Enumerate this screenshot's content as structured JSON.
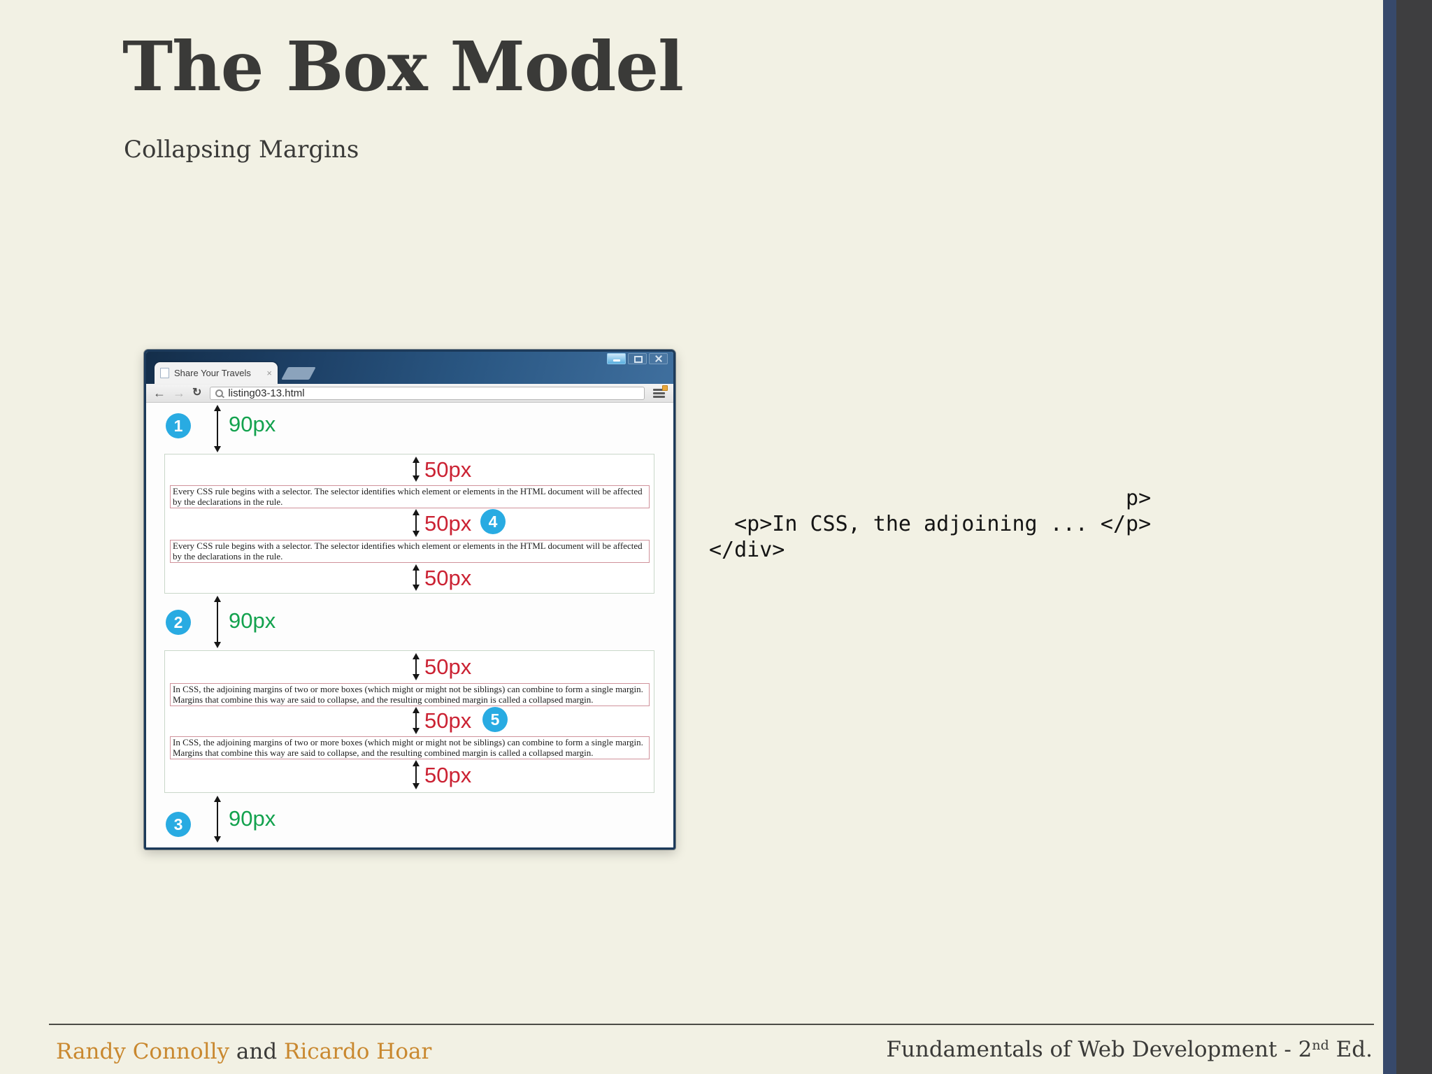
{
  "slide": {
    "title": "The Box Model",
    "subtitle": "Collapsing Margins",
    "footer": {
      "author1": "Randy Connolly",
      "conjunction": " and ",
      "author2": "Ricardo Hoar",
      "book_title": "Fundamentals of Web Development - 2",
      "book_edition_sup": "nd",
      "book_suffix": " Ed."
    }
  },
  "browser": {
    "tab_title": "Share Your Travels",
    "url": "listing03-13.html",
    "icons": {
      "back": "←",
      "forward": "→",
      "reload": "↻",
      "tab_close": "×",
      "search": "css-magnifier",
      "menu": "css-bars-with-orange-badge",
      "minimize": "css-shape",
      "maximize": "css-shape",
      "close": "css-shape"
    }
  },
  "figure": {
    "label_90": "90px",
    "label_50": "50px",
    "callouts": [
      "1",
      "2",
      "3",
      "4",
      "5"
    ],
    "paragraph_css": "Every CSS rule begins with a selector. The selector identifies which element or elements in the HTML document will be affected by the declarations in the rule.",
    "paragraph_collapse": "In CSS, the adjoining margins of two or more boxes (which might or might not be siblings) can combine to form a single margin. Margins that combine this way are said to collapse, and the resulting combined margin is called a collapsed margin.",
    "colors": {
      "callout_blue": "#29abe2",
      "margin_green": "#13a24e",
      "margin_red": "#cb2233",
      "accent_orange": "#c9882f"
    }
  },
  "code": {
    "lines": [
      "                                 p>",
      "  <p>In CSS, the adjoining ... </p>",
      "</div>"
    ]
  }
}
